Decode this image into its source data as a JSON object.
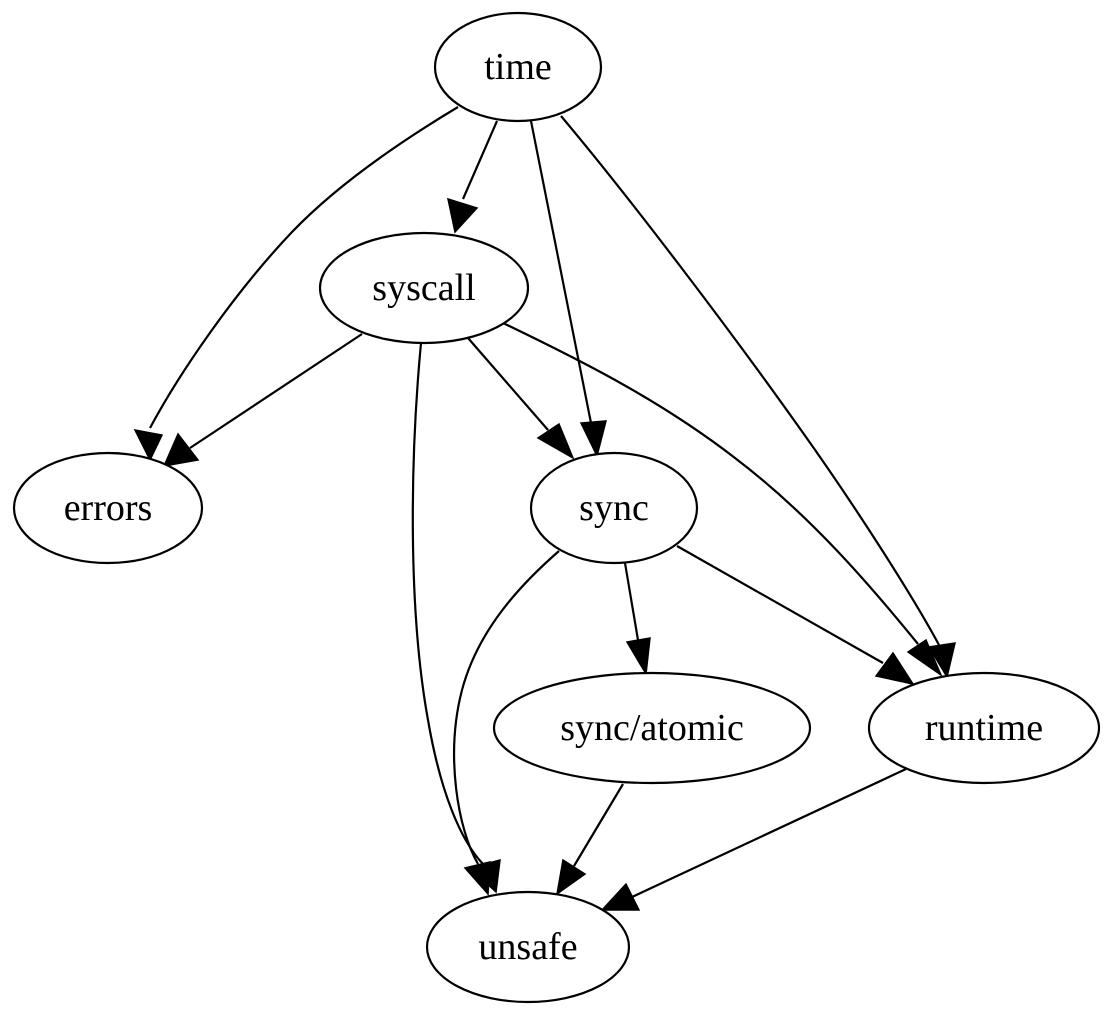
{
  "nodes": [
    {
      "id": "time",
      "label": "time"
    },
    {
      "id": "syscall",
      "label": "syscall"
    },
    {
      "id": "errors",
      "label": "errors"
    },
    {
      "id": "sync",
      "label": "sync"
    },
    {
      "id": "sync_atomic",
      "label": "sync/atomic"
    },
    {
      "id": "runtime",
      "label": "runtime"
    },
    {
      "id": "unsafe",
      "label": "unsafe"
    }
  ],
  "edges": [
    {
      "from": "time",
      "to": "errors"
    },
    {
      "from": "time",
      "to": "syscall"
    },
    {
      "from": "time",
      "to": "sync"
    },
    {
      "from": "time",
      "to": "runtime"
    },
    {
      "from": "syscall",
      "to": "errors"
    },
    {
      "from": "syscall",
      "to": "unsafe"
    },
    {
      "from": "syscall",
      "to": "sync"
    },
    {
      "from": "syscall",
      "to": "runtime"
    },
    {
      "from": "sync",
      "to": "unsafe"
    },
    {
      "from": "sync",
      "to": "sync_atomic"
    },
    {
      "from": "sync",
      "to": "runtime"
    },
    {
      "from": "sync_atomic",
      "to": "unsafe"
    },
    {
      "from": "runtime",
      "to": "unsafe"
    }
  ]
}
